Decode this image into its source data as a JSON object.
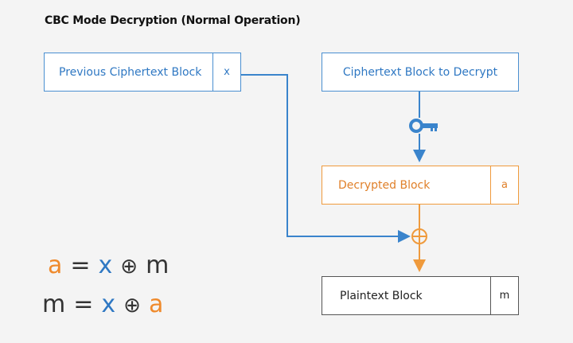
{
  "title": "CBC Mode Decryption (Normal Operation)",
  "boxes": {
    "previous": {
      "label": "Previous Ciphertext Block",
      "tag": "x"
    },
    "cipher": {
      "label": "Ciphertext Block to Decrypt"
    },
    "decrypted": {
      "label": "Decrypted Block",
      "tag": "a"
    },
    "plaintext": {
      "label": "Plaintext Block",
      "tag": "m"
    }
  },
  "formulas": {
    "f1": {
      "lhs": "a",
      "eq": "=",
      "x": "x",
      "op": "⊕",
      "rhs": "m"
    },
    "f2": {
      "lhs": "m",
      "eq": "=",
      "x": "x",
      "op": "⊕",
      "rhs": "a"
    }
  },
  "colors": {
    "blue": "#3a84cc",
    "orange": "#ef9a3c"
  },
  "icons": {
    "key": "key-icon",
    "xor": "xor-icon"
  }
}
